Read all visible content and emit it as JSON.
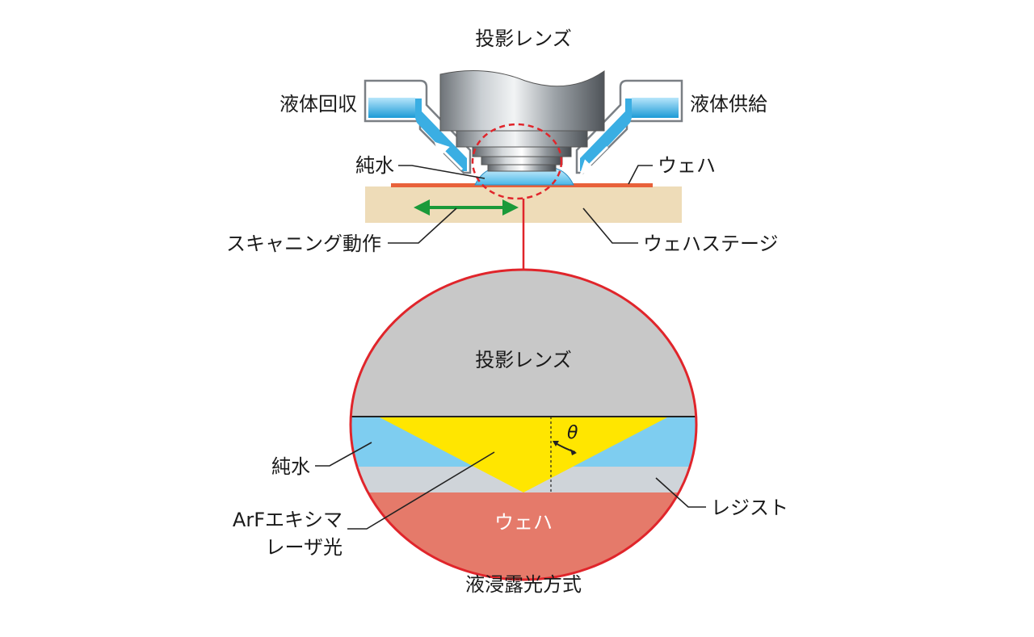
{
  "top": {
    "lens_label": "投影レンズ",
    "liquid_recovery": "液体回収",
    "liquid_supply": "液体供給",
    "pure_water": "純水",
    "wafer": "ウェハ",
    "scanning": "スキャニング動作",
    "wafer_stage": "ウェハステージ"
  },
  "detail": {
    "lens_label": "投影レンズ",
    "pure_water": "純水",
    "laser_line1": "ArFエキシマ",
    "laser_line2": "レーザ光",
    "resist": "レジスト",
    "wafer": "ウェハ",
    "theta": "θ"
  },
  "caption": "液浸露光方式",
  "colors": {
    "lens_gray": "#c8c8c8",
    "water_blue": "#7ecdf0",
    "laser_yellow": "#ffe600",
    "resist_gray": "#cfd4d9",
    "wafer_red": "#e57a6a",
    "stage_beige": "#eedcb8",
    "highlight_red": "#e0252b",
    "arrow_green": "#1a9a3a"
  }
}
